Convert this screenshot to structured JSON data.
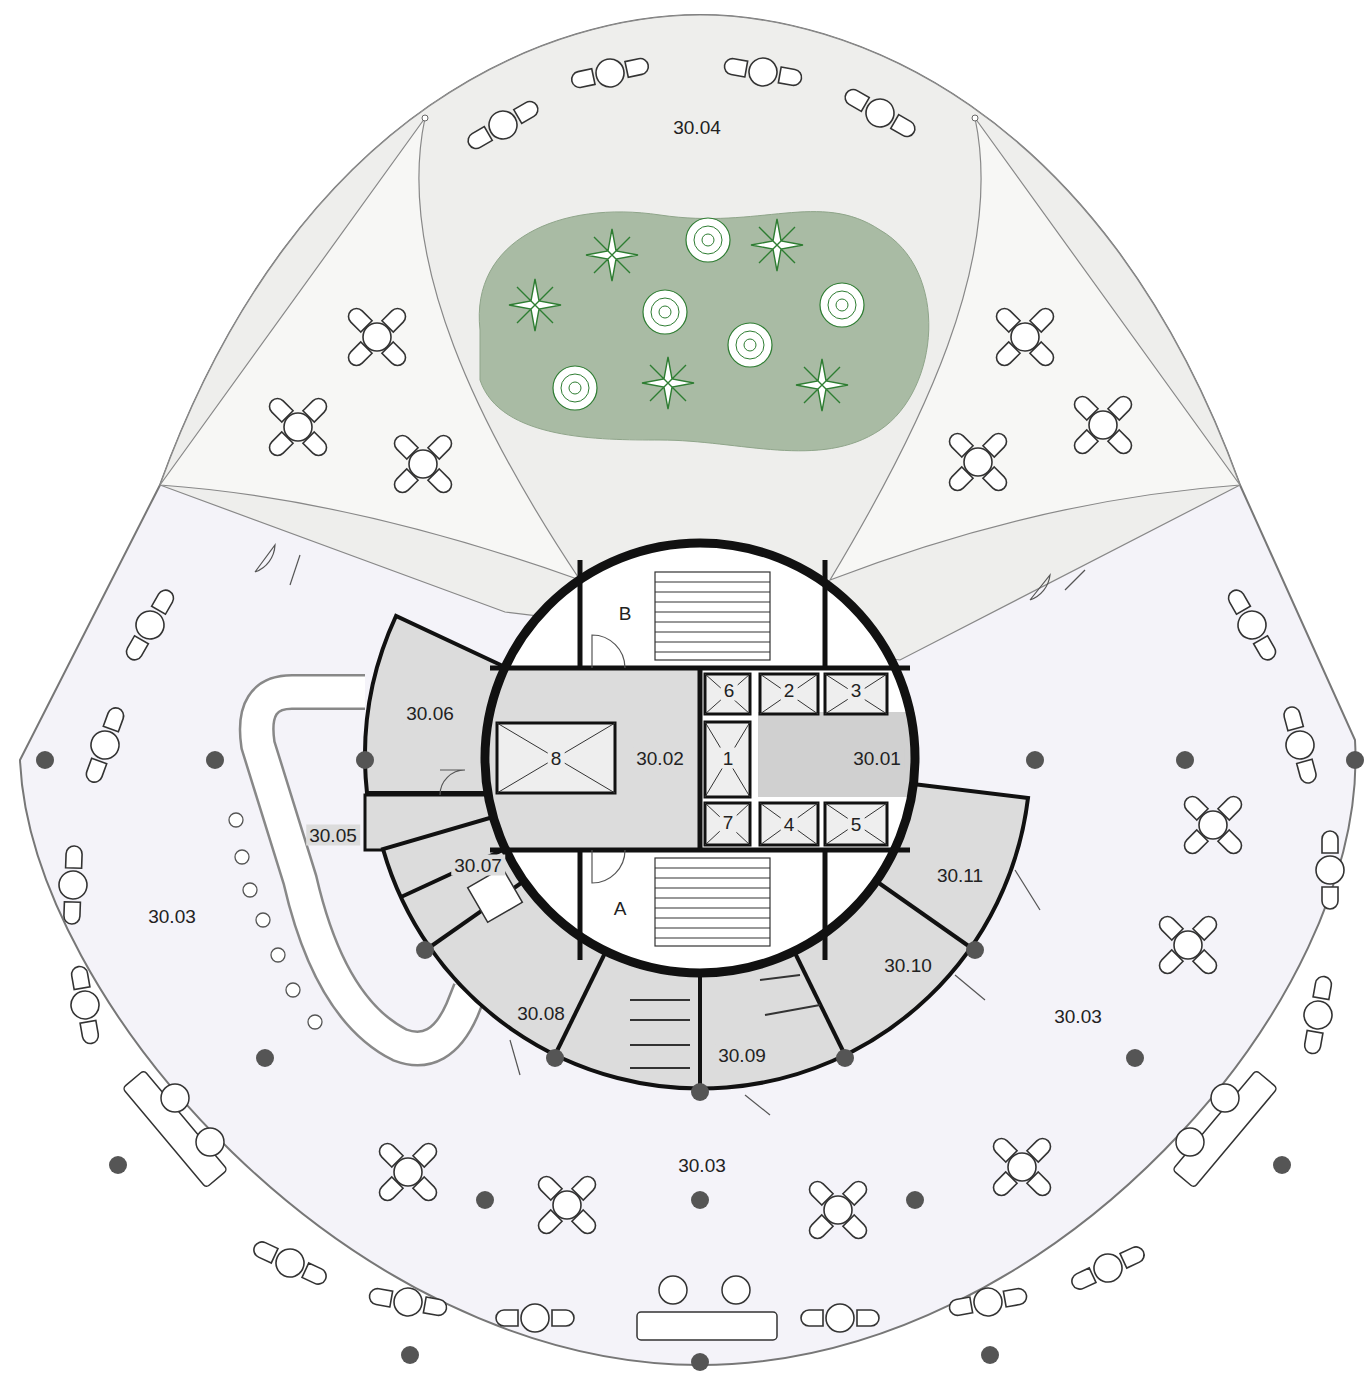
{
  "diagram": {
    "labels": [
      "30.04",
      "B",
      "6",
      "2",
      "3",
      "30.06",
      "8",
      "30.02",
      "1",
      "30.01",
      "30.05",
      "7",
      "4",
      "5",
      "30.07",
      "30.11",
      "A",
      "30.03",
      "30.10",
      "30.08",
      "30.03",
      "30.09",
      "30.03"
    ]
  }
}
